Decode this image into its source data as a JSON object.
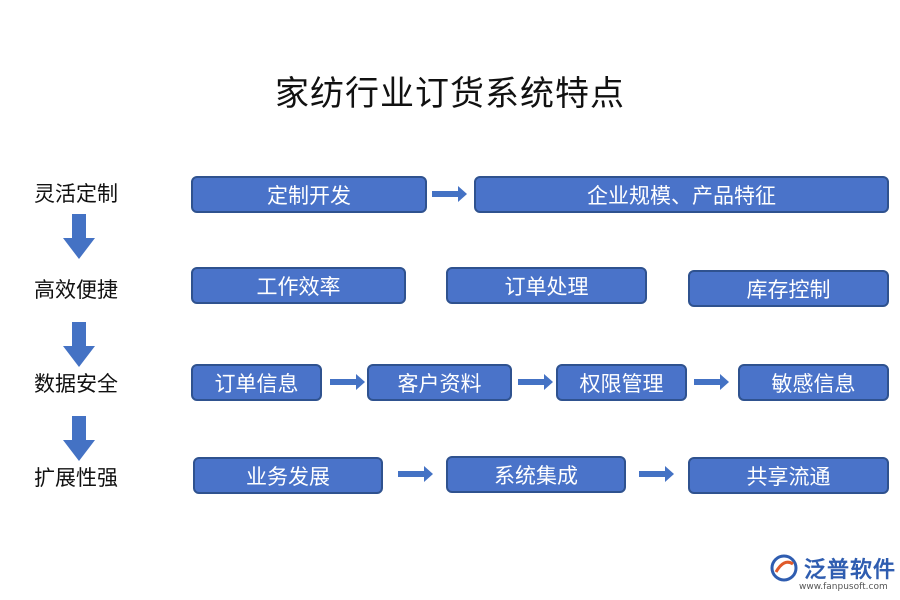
{
  "title": "家纺行业订货系统特点",
  "rows": [
    {
      "label": "灵活定制",
      "boxes": [
        "定制开发",
        "企业规模、产品特征"
      ]
    },
    {
      "label": "高效便捷",
      "boxes": [
        "工作效率",
        "订单处理",
        "库存控制"
      ]
    },
    {
      "label": "数据安全",
      "boxes": [
        "订单信息",
        "客户资料",
        "权限管理",
        "敏感信息"
      ]
    },
    {
      "label": "扩展性强",
      "boxes": [
        "业务发展",
        "系统集成",
        "共享流通"
      ]
    }
  ],
  "logo": {
    "name": "泛普软件",
    "url": "www.fanpusoft.com"
  },
  "colors": {
    "box_fill": "#4A73C9",
    "box_border": "#2F528F",
    "arrow": "#4472C4"
  }
}
